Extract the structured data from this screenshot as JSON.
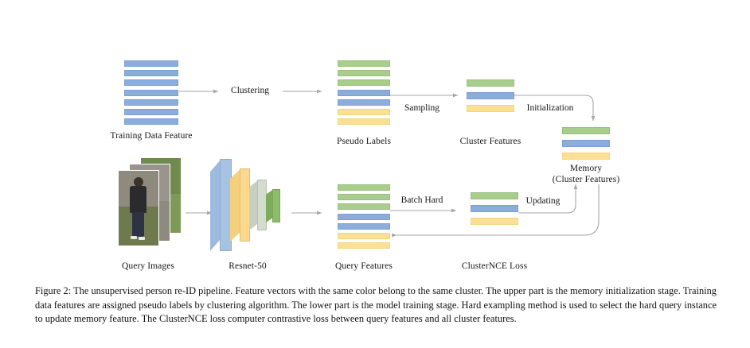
{
  "figure": {
    "caption": "Figure 2: The unsupervised person re-ID pipeline. Feature vectors with the same color belong to the same cluster. The upper part is the memory initialization stage. Training data features are assigned pseudo labels by clustering algorithm. The lower part is the model training stage. Hard exampling method is used to select the hard query instance to update memory feature. The ClusterNCE loss computer contrastive loss between query features and all cluster features."
  },
  "colors": {
    "green": "#a8cd8c",
    "blue": "#8aaddc",
    "yellow": "#fbdf92",
    "arrow": "#a6a6a6",
    "text": "#161616"
  },
  "upper_row": {
    "training_data_feature": {
      "label": "Training Data Feature",
      "bars": [
        "blue",
        "blue",
        "blue",
        "blue",
        "blue",
        "blue",
        "blue"
      ]
    },
    "clustering_arrow_label": "Clustering",
    "pseudo_labels": {
      "label": "Pseudo Labels",
      "bars": [
        "green",
        "green",
        "green",
        "blue",
        "blue",
        "yellow",
        "yellow"
      ]
    },
    "sampling_arrow_label": "Sampling",
    "cluster_features": {
      "label": "Cluster Features",
      "bars": [
        "green",
        "blue",
        "yellow"
      ]
    },
    "initialization_arrow_label": "Initialization"
  },
  "memory": {
    "label_line1": "Memory",
    "label_line2": "(Cluster Features)",
    "bars": [
      "green",
      "blue",
      "yellow"
    ]
  },
  "lower_row": {
    "query_images": {
      "label": "Query Images",
      "photo_count": 3
    },
    "backbone": {
      "label": "Resnet-50",
      "slabs": [
        "blue",
        "yellow",
        "gray-green",
        "green"
      ]
    },
    "query_features": {
      "label": "Query Features",
      "bars": [
        "green",
        "green",
        "green",
        "blue",
        "blue",
        "yellow",
        "yellow"
      ]
    },
    "batch_hard_arrow_label": "Batch Hard",
    "clusternce_loss": {
      "label": "ClusterNCE Loss",
      "bars": [
        "green",
        "blue",
        "yellow"
      ]
    },
    "updating_arrow_label": "Updating"
  }
}
